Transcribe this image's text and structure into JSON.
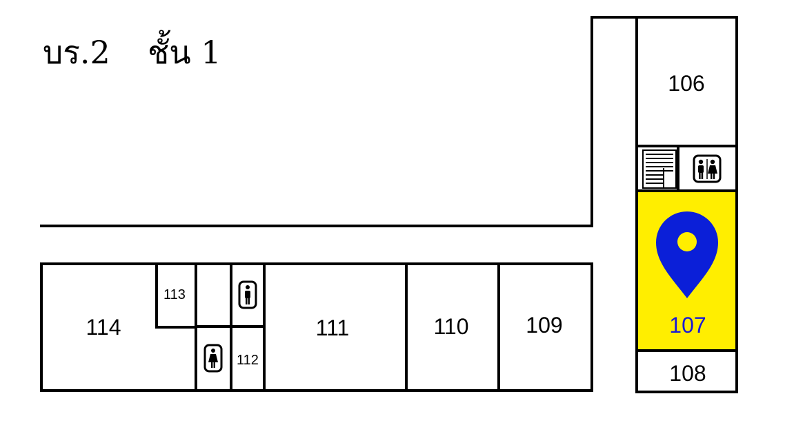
{
  "title": {
    "building": "บร.2",
    "floor": "ชั้น 1"
  },
  "rooms": {
    "r106": "106",
    "r107": "107",
    "r108": "108",
    "r109": "109",
    "r110": "110",
    "r111": "111",
    "r112": "112",
    "r113": "113",
    "r114": "114"
  },
  "highlight": {
    "room": "107",
    "color": "#ffee00",
    "marker_color": "#0b1fd8",
    "marker_inner": "#ffee00"
  },
  "icons": {
    "stairs": "stairs-icon",
    "restroom_unisex": "restroom-icon",
    "restroom_male": "male-restroom-icon",
    "restroom_female": "female-restroom-icon",
    "location": "location-pin-icon"
  }
}
